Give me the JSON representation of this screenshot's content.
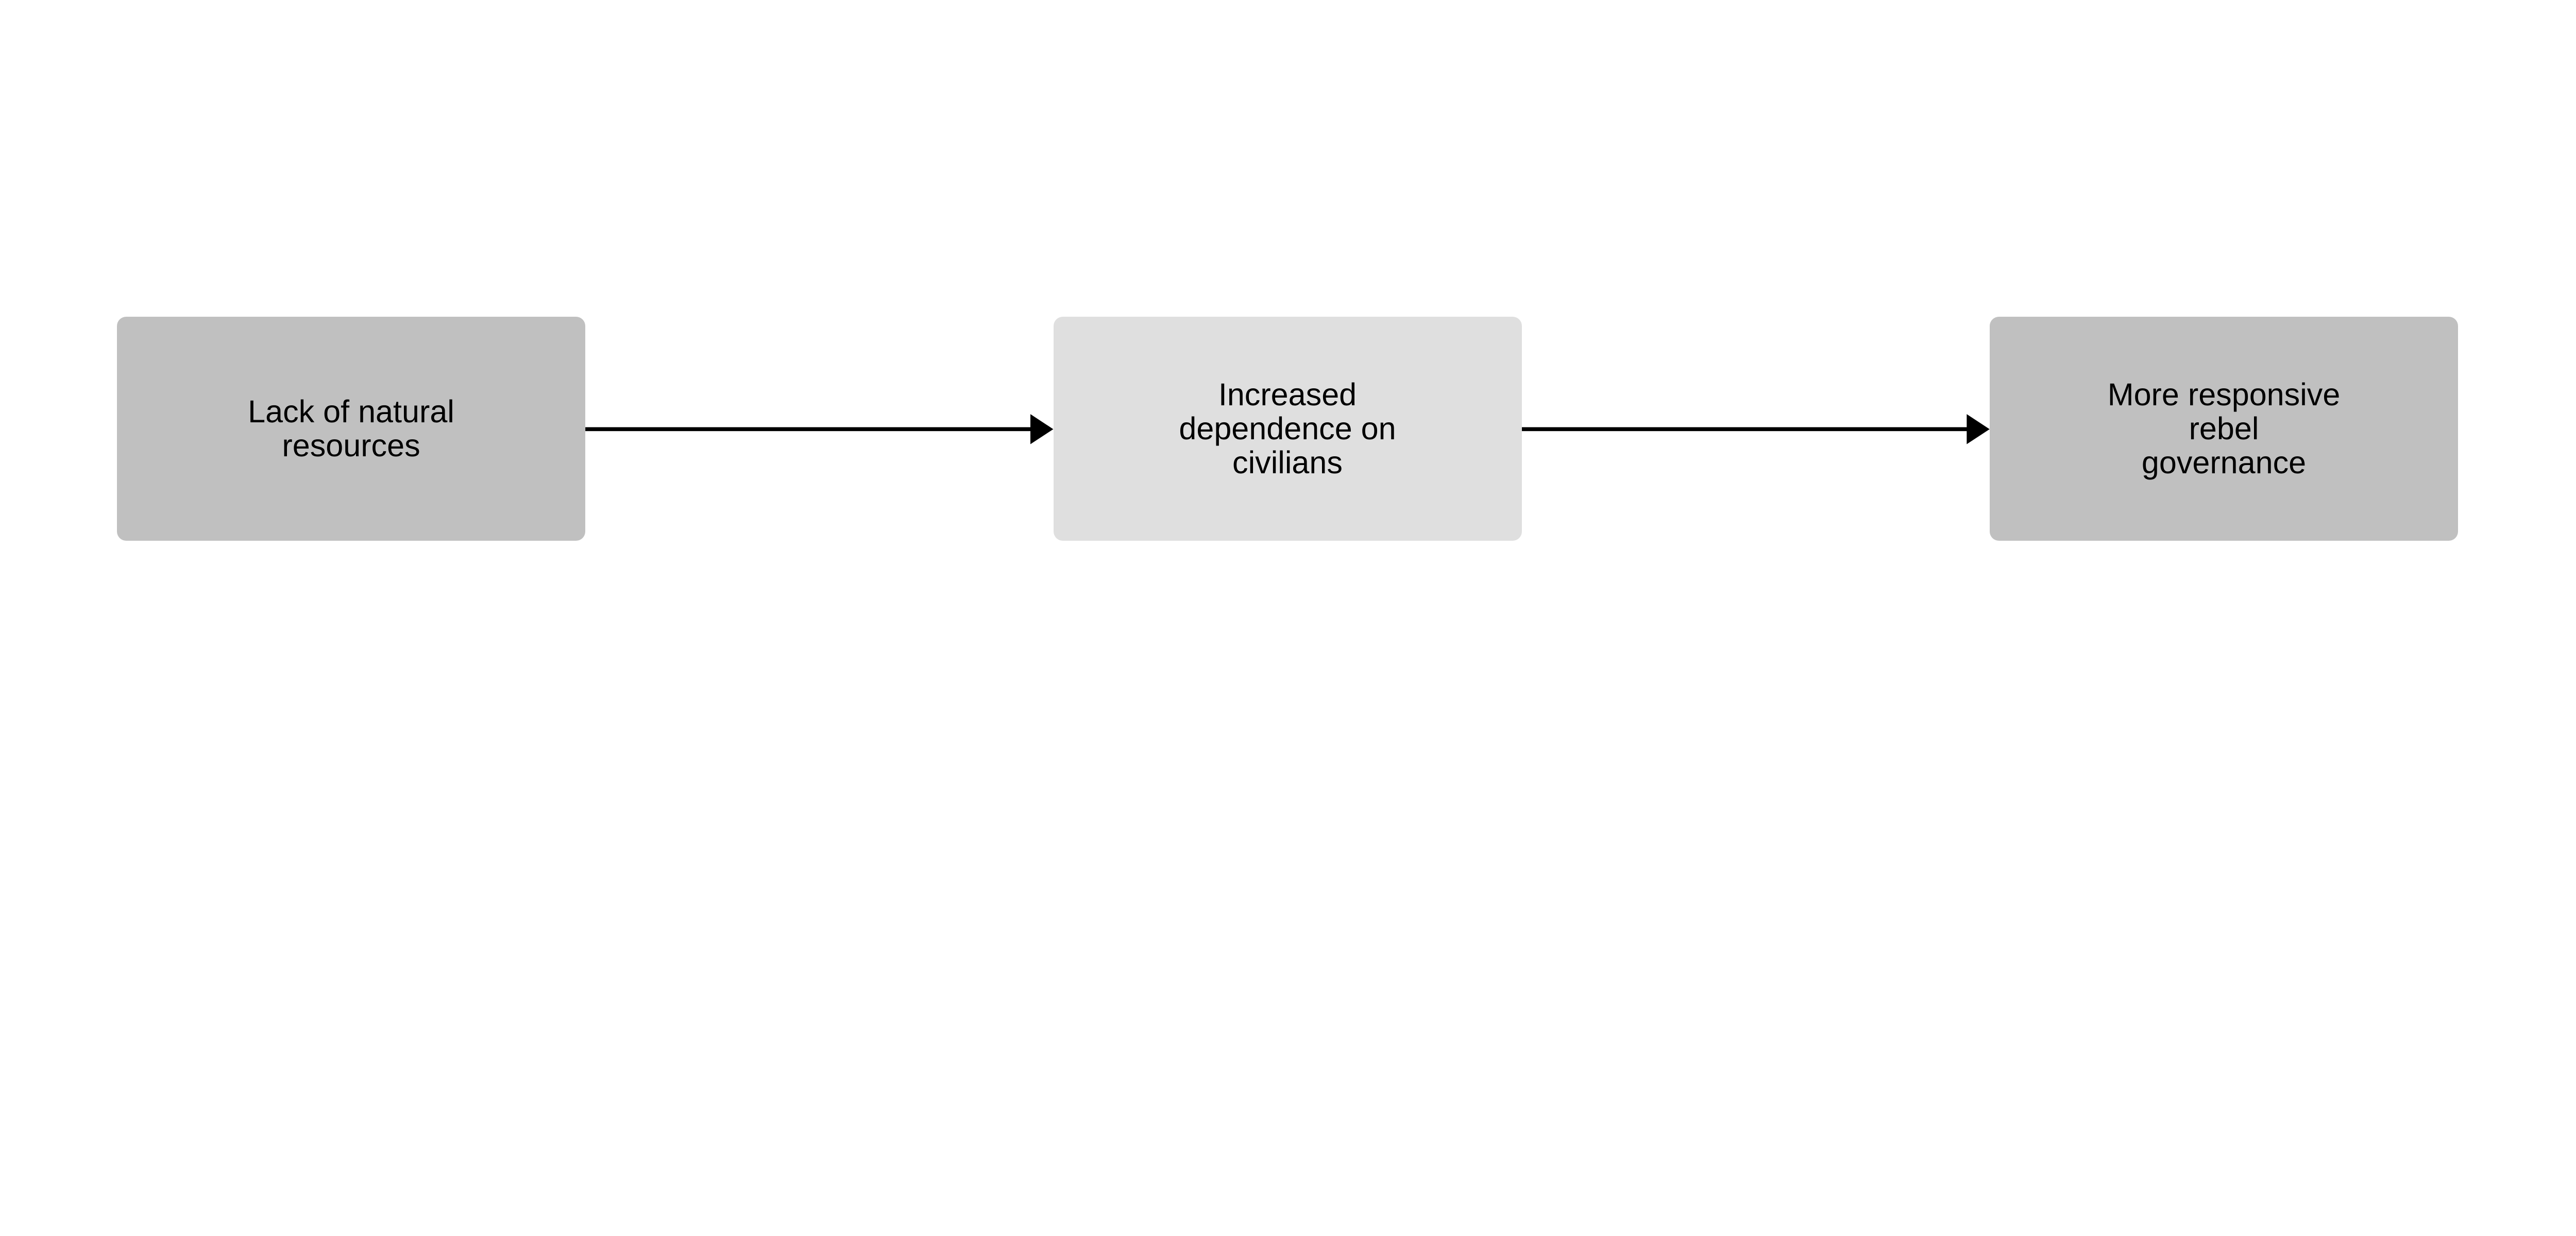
{
  "nodes": [
    {
      "label": "Lack of natural\nresources",
      "color": "#c0c0c0"
    },
    {
      "label": "Increased\ndependence on\ncivilians",
      "color": "#dfdfdf"
    },
    {
      "label": "More responsive\nrebel\ngovernance",
      "color": "#c0c0c0"
    }
  ],
  "edges": [
    {
      "from": 0,
      "to": 1
    },
    {
      "from": 1,
      "to": 2
    }
  ],
  "arrow_color": "#000000"
}
